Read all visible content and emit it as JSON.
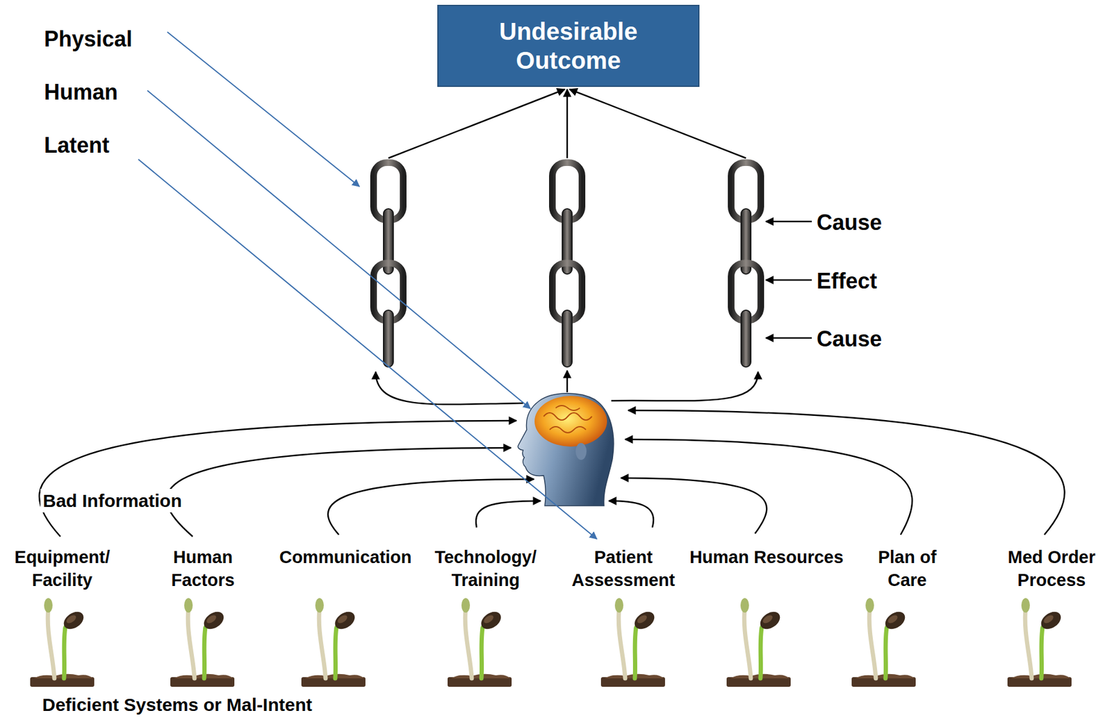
{
  "diagram": {
    "nodes": [
      {
        "text": [
          "Undesirable Outcome"
        ]
      }
    ],
    "labels": [
      "Physical",
      "Human",
      "Latent",
      "Cause",
      "Effect",
      "Cause",
      "Bad Information",
      "Equipment/ Facility",
      "Human Factors",
      "Communication",
      "Technology/ Training",
      "Patient Assessment",
      "Human Resources",
      "Plan of Care",
      "Med Order Process",
      "Deficient Systems or Mal-Intent"
    ]
  }
}
